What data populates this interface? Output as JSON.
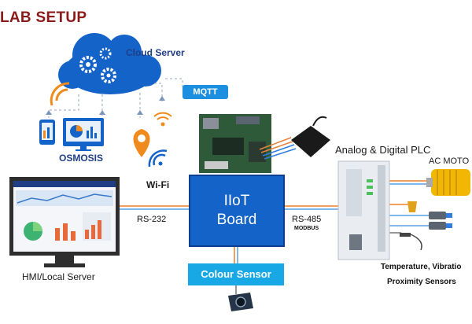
{
  "title": "LAB SETUP",
  "cloud_label": "Cloud Server",
  "mqtt_label": "MQTT",
  "osmosis_label": "OSMOSIS",
  "wifi_label": "Wi-Fi",
  "iiot_line1": "IIoT",
  "iiot_line2": "Board",
  "rs232_label": "RS-232",
  "rs485_label": "RS-485",
  "modbus_label": "MODBUS",
  "plc_label": "Analog & Digital PLC",
  "motor_label": "AC MOTO",
  "sensors_line1": "Temperature, Vibratio",
  "sensors_line2": "Proximity  Sensors",
  "hmi_label": "HMI/Local Server",
  "colour_sensor_label": "Colour Sensor",
  "colors": {
    "title": "#8b1a1a",
    "accent_blue": "#1463c9",
    "light_blue": "#19a8e6",
    "wifi_orange": "#f08a1c",
    "cable_orange": "#f5a05a"
  },
  "icons": [
    "cloud-gear-icon",
    "wifi-signal-icon",
    "tablet-icon",
    "monitor-chart-icon",
    "location-wifi-icon",
    "camera-sensor-icon",
    "motor-icon"
  ]
}
